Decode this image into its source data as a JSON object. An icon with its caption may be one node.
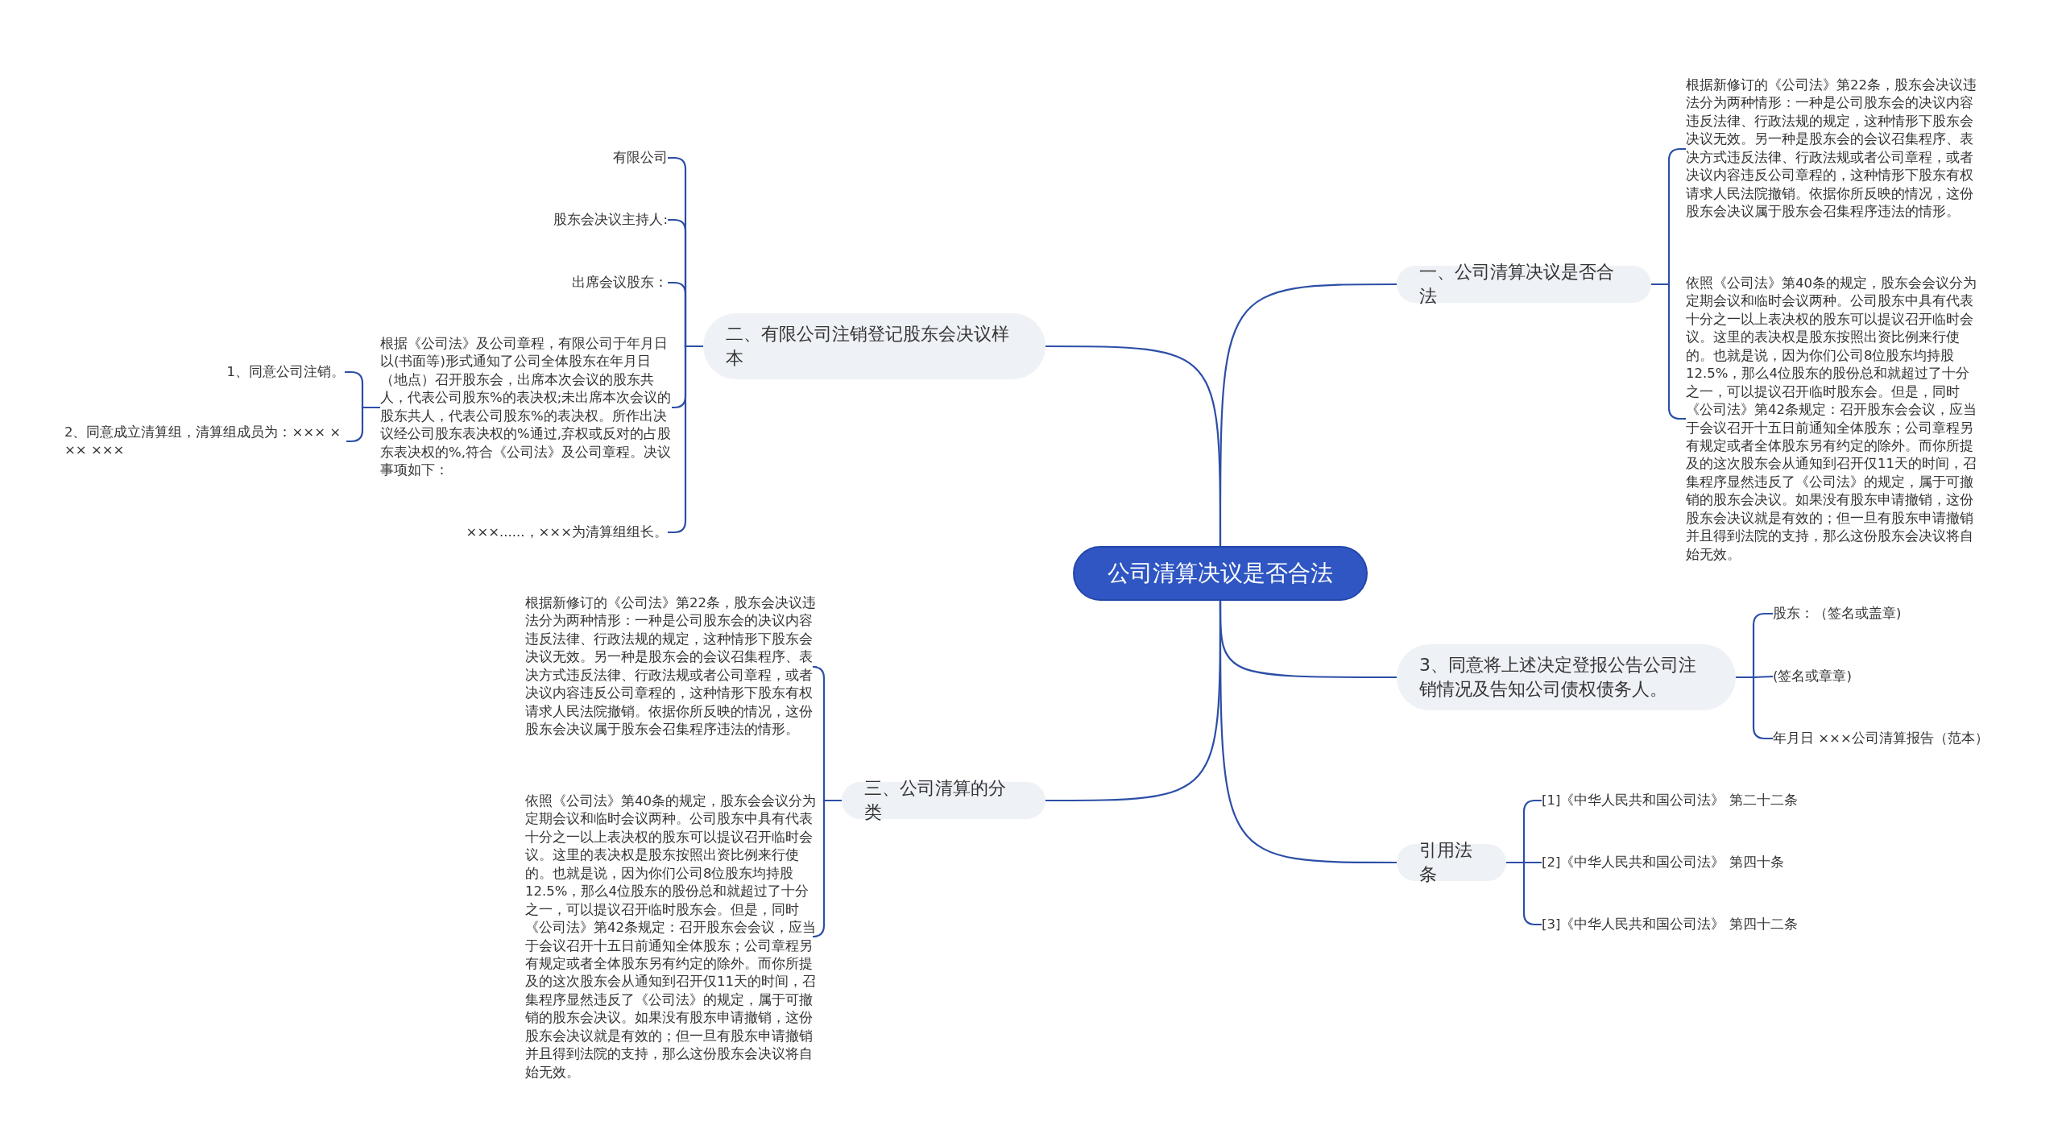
{
  "diagram": {
    "nodes": [
      {
        "text": [
          "公司清算决议是否合法"
        ]
      },
      {
        "text": [
          "一、公司清算决议是否合法"
        ]
      },
      {
        "text": [
          "根据新修订的《公司法》第22条，股东会决议违法分为两种情形：一种是公司股东会的决议内容违反法律、行政法规的规定，这种情形下股东会决议无效。另一种是股东会的会议召集程序、表决方式违反法律、行政法规或者公司章程，或者决议内容违反公司章程的，这种情形下股东有权请求人民法院撤销。依据你所反映的情况，这份股东会决议属于股东会召集程序违法的情形。"
        ]
      },
      {
        "text": [
          "依照《公司法》第40条的规定，股东会会议分为定期会议和临时会议两种。公司股东中具有代表十分之一以上表决权的股东可以提议召开临时会议。这里的表决权是股东按照出资比例来行使的。也就是说，因为你们公司8位股东均持股12.5%，那么4位股东的股份总和就超过了十分之一，可以提议召开临时股东会。但是，同时《公司法》第42条规定：召开股东会会议，应当于会议召开十五日前通知全体股东；公司章程另有规定或者全体股东另有约定的除外。而你所提及的这次股东会从通知到召开仅11天的时间，召集程序显然违反了《公司法》的规定，属于可撤销的股东会决议。如果没有股东申请撤销，这份股东会决议就是有效的；但一旦有股东申请撤销并且得到法院的支持，那么这份股东会决议将自始无效。"
        ]
      },
      {
        "text": [
          "3、同意将上述决定登报公告公司注销情况及告知公司债权债务人。"
        ]
      },
      {
        "text": [
          "股东：（签名或盖章)"
        ]
      },
      {
        "text": [
          "(签名或章章)"
        ]
      },
      {
        "text": [
          "年月日 ×××公司清算报告（范本）"
        ]
      },
      {
        "text": [
          "引用法条"
        ]
      },
      {
        "text": [
          "[1]《中华人民共和国公司法》 第二十二条"
        ]
      },
      {
        "text": [
          "[2]《中华人民共和国公司法》 第四十条"
        ]
      },
      {
        "text": [
          "[3]《中华人民共和国公司法》 第四十二条"
        ]
      },
      {
        "text": [
          "二、有限公司注销登记股东会决议样本"
        ]
      },
      {
        "text": [
          "有限公司"
        ]
      },
      {
        "text": [
          "股东会决议主持人:"
        ]
      },
      {
        "text": [
          "出席会议股东："
        ]
      },
      {
        "text": [
          "根据《公司法》及公司章程，有限公司于年月日以(书面等)形式通知了公司全体股东在年月日（地点）召开股东会，出席本次会议的股东共人，代表公司股东%的表决权;未出席本次会议的股东共人，代表公司股东%的表决权。所作出决议经公司股东表决权的%通过,弃权或反对的占股东表决权的%,符合《公司法》及公司章程。决议事项如下："
        ]
      },
      {
        "text": [
          "×××......，×××为清算组组长。"
        ]
      },
      {
        "text": [
          "1、同意公司注销。"
        ]
      },
      {
        "text": [
          "2、同意成立清算组，清算组成员为：××× × ×× ×××"
        ]
      },
      {
        "text": [
          "三、公司清算的分类"
        ]
      },
      {
        "text": [
          "根据新修订的《公司法》第22条，股东会决议违法分为两种情形：一种是公司股东会的决议内容违反法律、行政法规的规定，这种情形下股东会决议无效。另一种是股东会的会议召集程序、表决方式违反法律、行政法规或者公司章程，或者决议内容违反公司章程的，这种情形下股东有权请求人民法院撤销。依据你所反映的情况，这份股东会决议属于股东会召集程序违法的情形。"
        ]
      },
      {
        "text": [
          "依照《公司法》第40条的规定，股东会会议分为定期会议和临时会议两种。公司股东中具有代表十分之一以上表决权的股东可以提议召开临时会议。这里的表决权是股东按照出资比例来行使的。也就是说，因为你们公司8位股东均持股12.5%，那么4位股东的股份总和就超过了十分之一，可以提议召开临时股东会。但是，同时《公司法》第42条规定：召开股东会会议，应当于会议召开十五日前通知全体股东；公司章程另有规定或者全体股东另有约定的除外。而你所提及的这次股东会从通知到召开仅11天的时间，召集程序显然违反了《公司法》的规定，属于可撤销的股东会决议。如果没有股东申请撤销，这份股东会决议就是有效的；但一旦有股东申请撤销并且得到法院的支持，那么这份股东会决议将自始无效。"
        ]
      }
    ],
    "edges": [
      {
        "from": 0,
        "to": 1,
        "arrow": "none"
      },
      {
        "from": 1,
        "to": 2,
        "arrow": "none"
      },
      {
        "from": 1,
        "to": 3,
        "arrow": "none"
      },
      {
        "from": 0,
        "to": 4,
        "arrow": "none"
      },
      {
        "from": 4,
        "to": 5,
        "arrow": "none"
      },
      {
        "from": 4,
        "to": 6,
        "arrow": "none"
      },
      {
        "from": 4,
        "to": 7,
        "arrow": "none"
      },
      {
        "from": 0,
        "to": 8,
        "arrow": "none"
      },
      {
        "from": 8,
        "to": 9,
        "arrow": "none"
      },
      {
        "from": 8,
        "to": 10,
        "arrow": "none"
      },
      {
        "from": 8,
        "to": 11,
        "arrow": "none"
      },
      {
        "from": 0,
        "to": 12,
        "arrow": "none"
      },
      {
        "from": 12,
        "to": 13,
        "arrow": "none"
      },
      {
        "from": 12,
        "to": 14,
        "arrow": "none"
      },
      {
        "from": 12,
        "to": 15,
        "arrow": "none"
      },
      {
        "from": 12,
        "to": 16,
        "arrow": "none"
      },
      {
        "from": 12,
        "to": 17,
        "arrow": "none"
      },
      {
        "from": 16,
        "to": 18,
        "arrow": "none"
      },
      {
        "from": 16,
        "to": 19,
        "arrow": "none"
      },
      {
        "from": 0,
        "to": 20,
        "arrow": "none"
      },
      {
        "from": 20,
        "to": 21,
        "arrow": "none"
      },
      {
        "from": 20,
        "to": 22,
        "arrow": "none"
      }
    ]
  }
}
